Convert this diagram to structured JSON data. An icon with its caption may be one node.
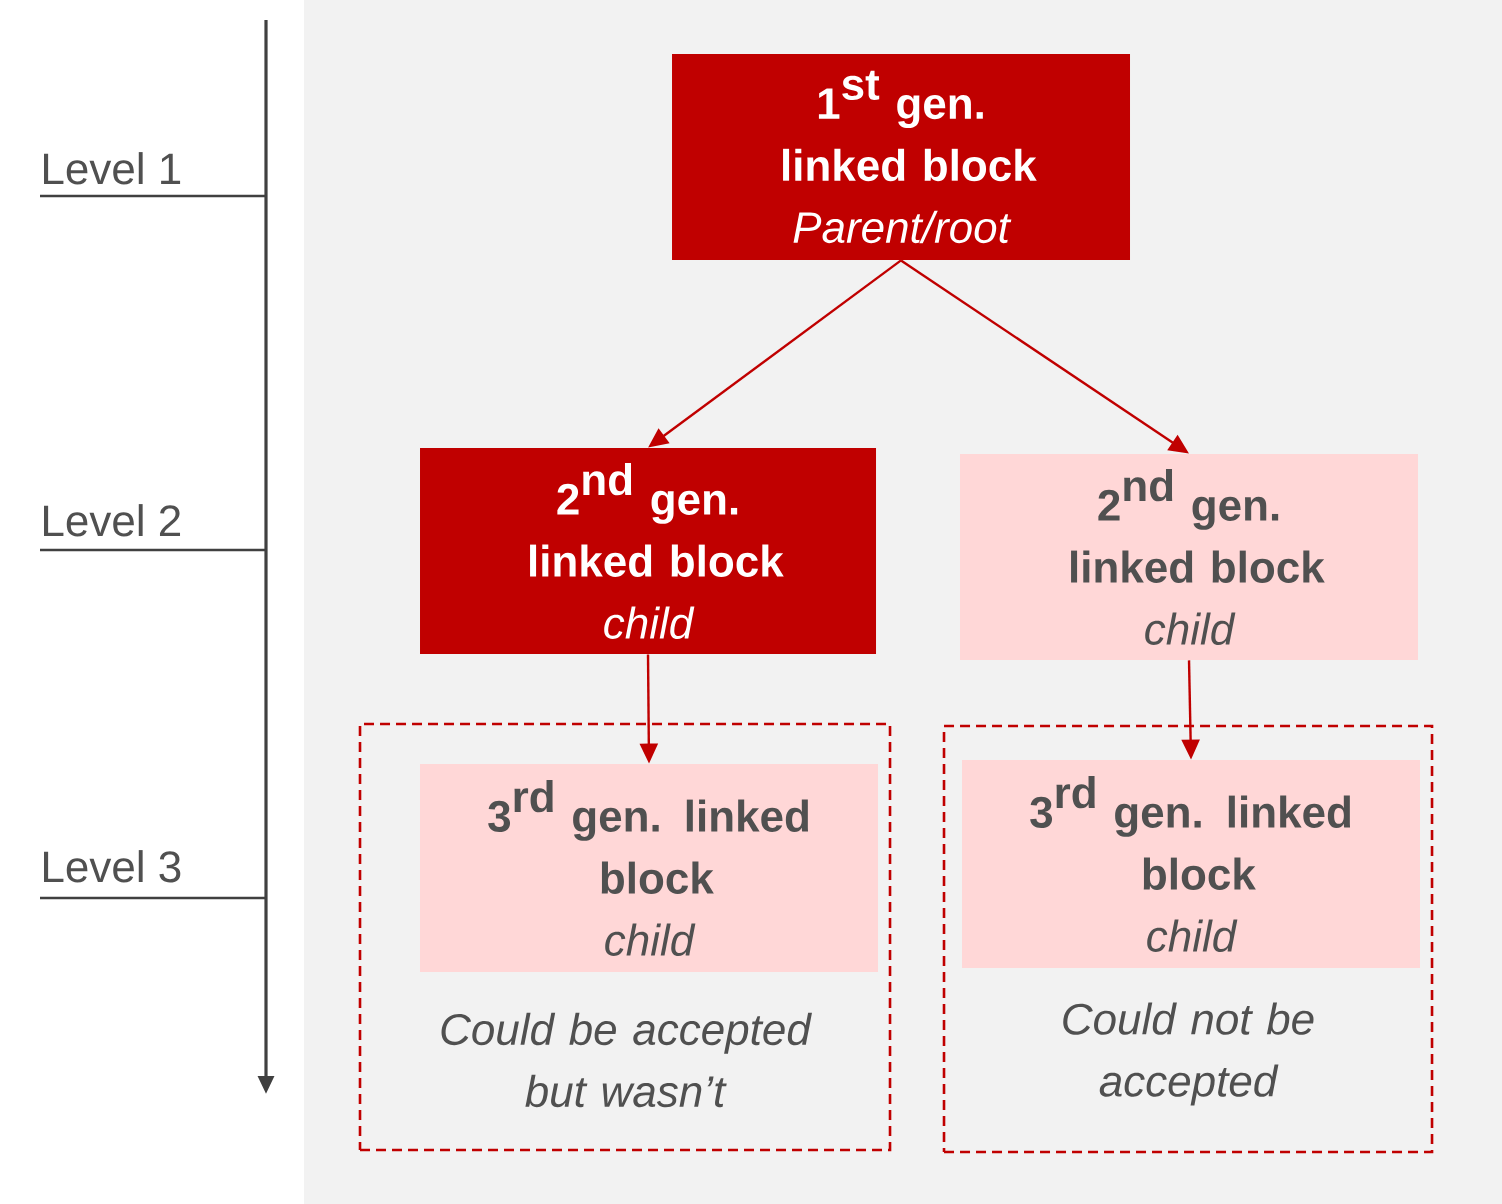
{
  "diagram": {
    "nodes": [
      {
        "text": [
          "\\textbf{1}^{\\textbf{st}}\\textbf{ gen.}\\allowbreak\\textbf{ linked block}",
          "Parent/root"
        ]
      },
      {
        "text": [
          "\\textbf{2}^{\\textbf{nd}}\\textbf{ gen.}\\allowbreak\\textbf{ linked block}",
          "child"
        ]
      },
      {
        "text": [
          "\\textbf{2}^{\\textbf{nd}}\\textbf{ gen.}\\allowbreak\\textbf{ linked block}",
          "child"
        ]
      },
      {
        "text": [
          "Could be accepted but wasn’t"
        ]
      },
      {
        "text": [
          "\\textbf{3}^{\\textbf{rd}}\\textbf{ gen. linked}\\allowbreak\\textbf{ block}",
          "child"
        ],
        "in": 3
      },
      {
        "text": [
          "Could not be accepted"
        ]
      },
      {
        "text": [
          "\\textbf{3}^{\\textbf{rd}}\\textbf{ gen. linked}\\allowbreak\\textbf{ block}",
          "child"
        ],
        "in": 5
      }
    ],
    "edges": [
      {
        "from": 0,
        "to": 1,
        "arrow": "to"
      },
      {
        "from": 0,
        "to": 2,
        "arrow": "to"
      },
      {
        "from": 1,
        "to": 4,
        "arrow": "to"
      },
      {
        "from": 2,
        "to": 6,
        "arrow": "to"
      }
    ],
    "labels": [
      "Level 1",
      "Level 2",
      "Level 3"
    ]
  }
}
